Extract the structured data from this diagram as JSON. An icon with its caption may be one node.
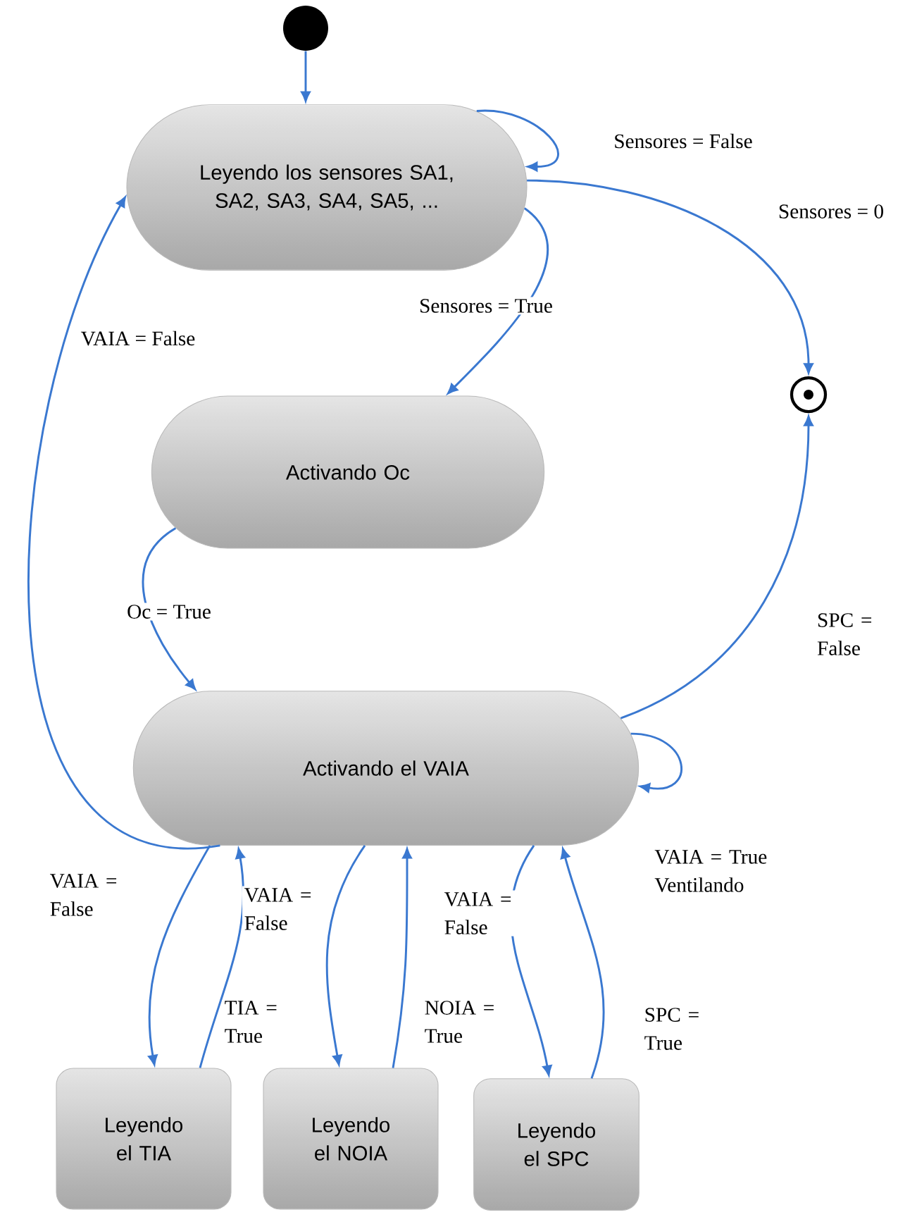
{
  "diagram": {
    "nodes": [
      {
        "text": [],
        "shape": "circle"
      },
      {
        "text": [
          "Leyendo los sensores SA1, SA2, SA3, SA4, SA5, ..."
        ]
      },
      {
        "text": [
          "Activando Oc"
        ]
      },
      {
        "text": [],
        "shape": "circle"
      },
      {
        "text": [
          "Activando el VAIA"
        ]
      },
      {
        "text": [
          "Leyendo el TIA"
        ]
      },
      {
        "text": [
          "Leyendo el NOIA"
        ]
      },
      {
        "text": [
          "Leyendo el SPC"
        ]
      }
    ],
    "edges": [
      {
        "from": 0,
        "to": 1,
        "arrow": "to"
      },
      {
        "from": 1,
        "to": 1,
        "arrow": "to",
        "label": "Sensores = False"
      },
      {
        "from": 1,
        "to": 3,
        "arrow": "to",
        "label": "Sensores = 0"
      },
      {
        "from": 1,
        "to": 2,
        "arrow": "to",
        "label": "Sensores = True"
      },
      {
        "from": 2,
        "to": 4,
        "arrow": "to",
        "label": "Oc = True"
      },
      {
        "from": 4,
        "to": 1,
        "arrow": "to",
        "label": "VAIA = False"
      },
      {
        "from": 4,
        "to": 3,
        "arrow": "to",
        "label": "SPC = False"
      },
      {
        "from": 4,
        "to": 4,
        "arrow": "to",
        "label": "VAIA = True Ventilando"
      },
      {
        "from": 4,
        "to": 5,
        "arrow": "to",
        "label": "VAIA = False"
      },
      {
        "from": 5,
        "to": 4,
        "arrow": "to",
        "label": "TIA = True"
      },
      {
        "from": 4,
        "to": 6,
        "arrow": "to",
        "label": "VAIA = False"
      },
      {
        "from": 6,
        "to": 4,
        "arrow": "to",
        "label": "NOIA = True"
      },
      {
        "from": 4,
        "to": 7,
        "arrow": "to",
        "label": "VAIA = False"
      },
      {
        "from": 7,
        "to": 4,
        "arrow": "to",
        "label": "SPC = True"
      }
    ]
  }
}
